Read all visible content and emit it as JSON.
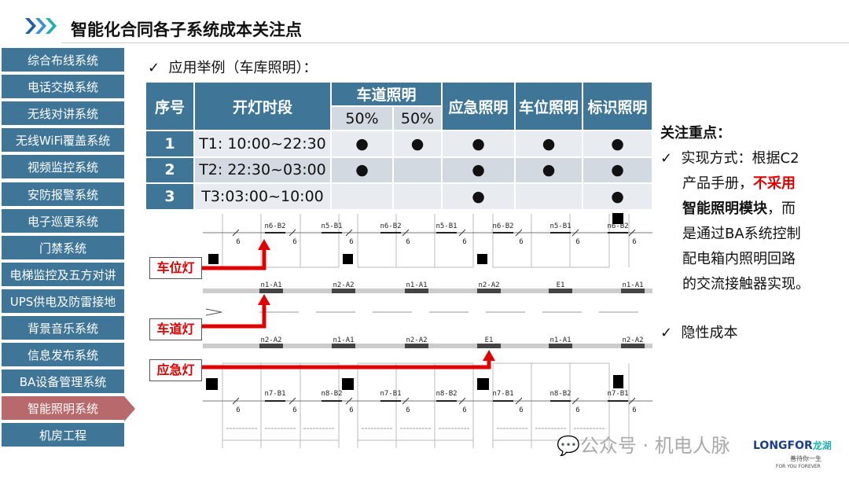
{
  "title": "智能化合同各子系统成本关注点",
  "sidebar": {
    "active_index": 13,
    "items": [
      "综合布线系统",
      "电话交换系统",
      "无线对讲系统",
      "无线WiFi覆盖系统",
      "视频监控系统",
      "安防报警系统",
      "电子巡更系统",
      "门禁系统",
      "电梯监控及五方对讲",
      "UPS供电及防雷接地",
      "背景音乐系统",
      "信息发布系统",
      "BA设备管理系统",
      "智能照明系统",
      "机房工程"
    ]
  },
  "subtitle": "应用举例（车库照明）：",
  "table": {
    "headers": {
      "no": "序号",
      "period": "开灯时段",
      "lane": "车道照明",
      "lane_a": "50%",
      "lane_b": "50%",
      "emergency": "应急照明",
      "parking": "车位照明",
      "sign": "标识照明"
    },
    "dot": "●",
    "rows": [
      {
        "no": "1",
        "period": "T1: 10:00~22:30",
        "lane_a": "●",
        "lane_b": "●",
        "emergency": "●",
        "parking": "●",
        "sign": "●"
      },
      {
        "no": "2",
        "period": "T2: 22:30~03:00",
        "lane_a": "●",
        "lane_b": "",
        "emergency": "●",
        "parking": "●",
        "sign": "●"
      },
      {
        "no": "3",
        "period": "T3:03:00~10:00",
        "lane_a": "",
        "lane_b": "",
        "emergency": "●",
        "parking": "",
        "sign": "●"
      }
    ]
  },
  "focus": {
    "heading": "关注重点：",
    "item1_lines": [
      "实现方式：根据C2",
      "产品手册，"
    ],
    "item1_red": "不采用",
    "item1_bold": "智能照明模块",
    "item1_rest": [
      "，而",
      "是通过BA系统控制",
      "配电箱内照明回路",
      "的交流接触器实现。"
    ],
    "item2": "隐性成本"
  },
  "diagram": {
    "callouts": [
      "车位灯",
      "车道灯",
      "应急灯"
    ],
    "row_top": [
      "n6-B2",
      "n5-B1",
      "n6-B2",
      "n5-B1",
      "n6-B2",
      "n5-B1",
      "n6-B2"
    ],
    "row_lane1": [
      "n1-A1",
      "n2-A2",
      "n1-A1",
      "n2-A2",
      "E1",
      "n1-A1"
    ],
    "row_lane2": [
      "n2-A2",
      "n1-A1",
      "n2-A2",
      "E1",
      "n1-A1",
      "n2-A2"
    ],
    "row_bottom": [
      "n7-B1",
      "n8-B2",
      "n7-B1",
      "n8-B2",
      "n7-B1",
      "n8-B2",
      "n7-B1"
    ],
    "circuit_mark": "6"
  },
  "watermark": "公众号 · 机电人脉",
  "logo": {
    "brand": "LONGFOR",
    "cn": "龙湖",
    "slogan": "善待你一生",
    "slogan_en": "FOR YOU FOREVER"
  },
  "colors": {
    "header": "#3f7698",
    "active": "#b8696b",
    "accent_red": "#e00000"
  }
}
